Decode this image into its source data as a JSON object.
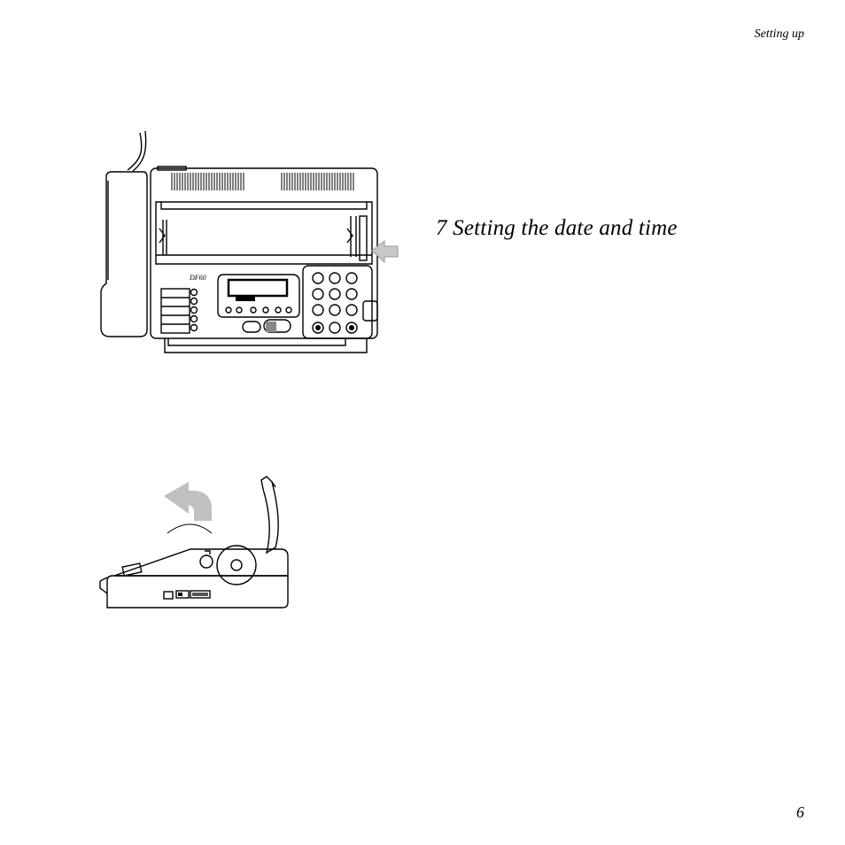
{
  "header": {
    "running_title": "Setting up"
  },
  "section": {
    "title": "7 Setting the date and time"
  },
  "figure_front": {
    "model_label": "DF60",
    "arrow_icon": "left-arrow-icon"
  },
  "figure_side": {
    "arrow_icon": "curved-back-arrow-icon"
  },
  "footer": {
    "page_number": "6"
  }
}
